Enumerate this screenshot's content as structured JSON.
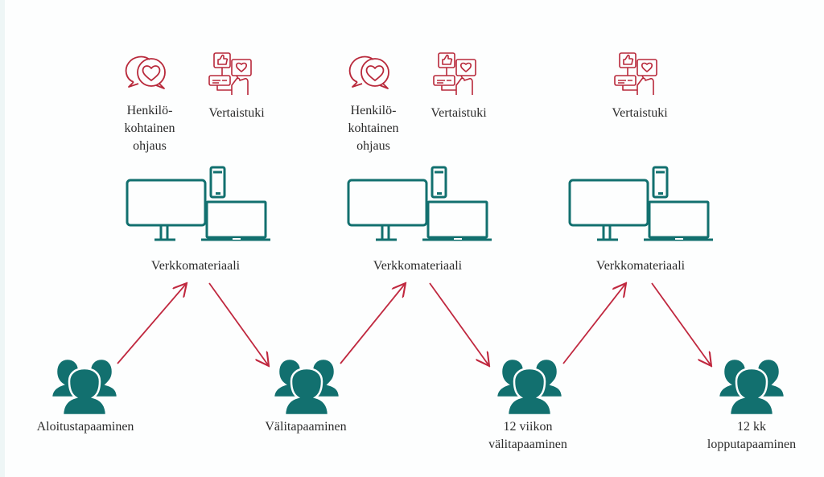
{
  "colors": {
    "accent_red": "#c0283f",
    "icon_red": "#b8283a",
    "teal": "#12706f",
    "text": "#2b2b2b",
    "background": "#fdfefe"
  },
  "support_icons": [
    {
      "icon": "heart-chat-icon",
      "label_lines": [
        "Henkilö-",
        "kohtainen",
        "ohjaus"
      ]
    },
    {
      "icon": "peer-support-icon",
      "label": "Vertaistuki"
    },
    {
      "icon": "heart-chat-icon",
      "label_lines": [
        "Henkilö-",
        "kohtainen",
        "ohjaus"
      ]
    },
    {
      "icon": "peer-support-icon",
      "label": "Vertaistuki"
    },
    {
      "icon": "peer-support-icon",
      "label": "Vertaistuki"
    }
  ],
  "materials": [
    {
      "icon": "devices-icon",
      "label": "Verkkomateriaali"
    },
    {
      "icon": "devices-icon",
      "label": "Verkkomateriaali"
    },
    {
      "icon": "devices-icon",
      "label": "Verkkomateriaali"
    }
  ],
  "meetings": [
    {
      "icon": "group-icon",
      "label_lines": [
        "Aloitustapaaminen"
      ]
    },
    {
      "icon": "group-icon",
      "label_lines": [
        "Välitapaaminen"
      ]
    },
    {
      "icon": "group-icon",
      "label_lines": [
        "12 viikon",
        "välitapaaminen"
      ]
    },
    {
      "icon": "group-icon",
      "label_lines": [
        "12 kk",
        "lopputapaaminen"
      ]
    }
  ],
  "arrows": [
    {
      "from": "meeting-1",
      "to": "material-1"
    },
    {
      "from": "material-1",
      "to": "meeting-2"
    },
    {
      "from": "meeting-2",
      "to": "material-2"
    },
    {
      "from": "material-2",
      "to": "meeting-3"
    },
    {
      "from": "meeting-3",
      "to": "material-3"
    },
    {
      "from": "material-3",
      "to": "meeting-4"
    }
  ]
}
